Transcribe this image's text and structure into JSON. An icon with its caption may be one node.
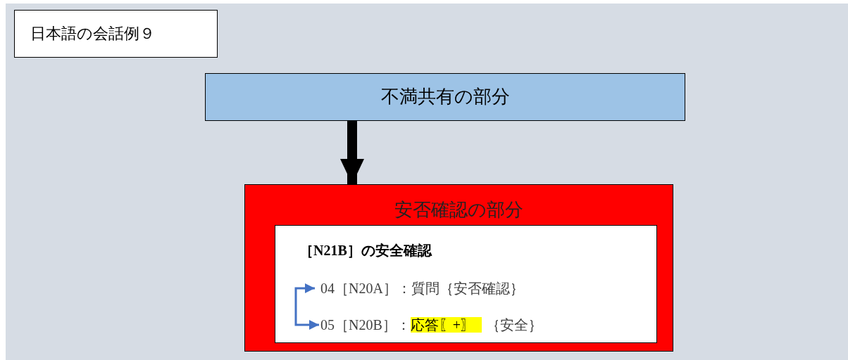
{
  "diagram": {
    "title": "日本語の会話例９",
    "nodes": [
      {
        "text": [
          "不満共有の部分"
        ]
      },
      {
        "text": [
          "安否確認の部分"
        ]
      },
      {
        "text": [
          "［N21B］の安全確認"
        ],
        "in": 1
      },
      {
        "text": [
          "04［N20A］：質問｛安否確認｝"
        ],
        "in": 2
      },
      {
        "text": [
          "05［N20B］：",
          "応答〖+〗",
          "｛安全｝"
        ],
        "in": 2
      }
    ],
    "edges": [
      {
        "from": 0,
        "to": 1,
        "arrow": "to",
        "style": "thick",
        "color": "#000000"
      },
      {
        "from": 3,
        "to": 4,
        "arrow": "both",
        "color": "#4472c4"
      }
    ]
  }
}
